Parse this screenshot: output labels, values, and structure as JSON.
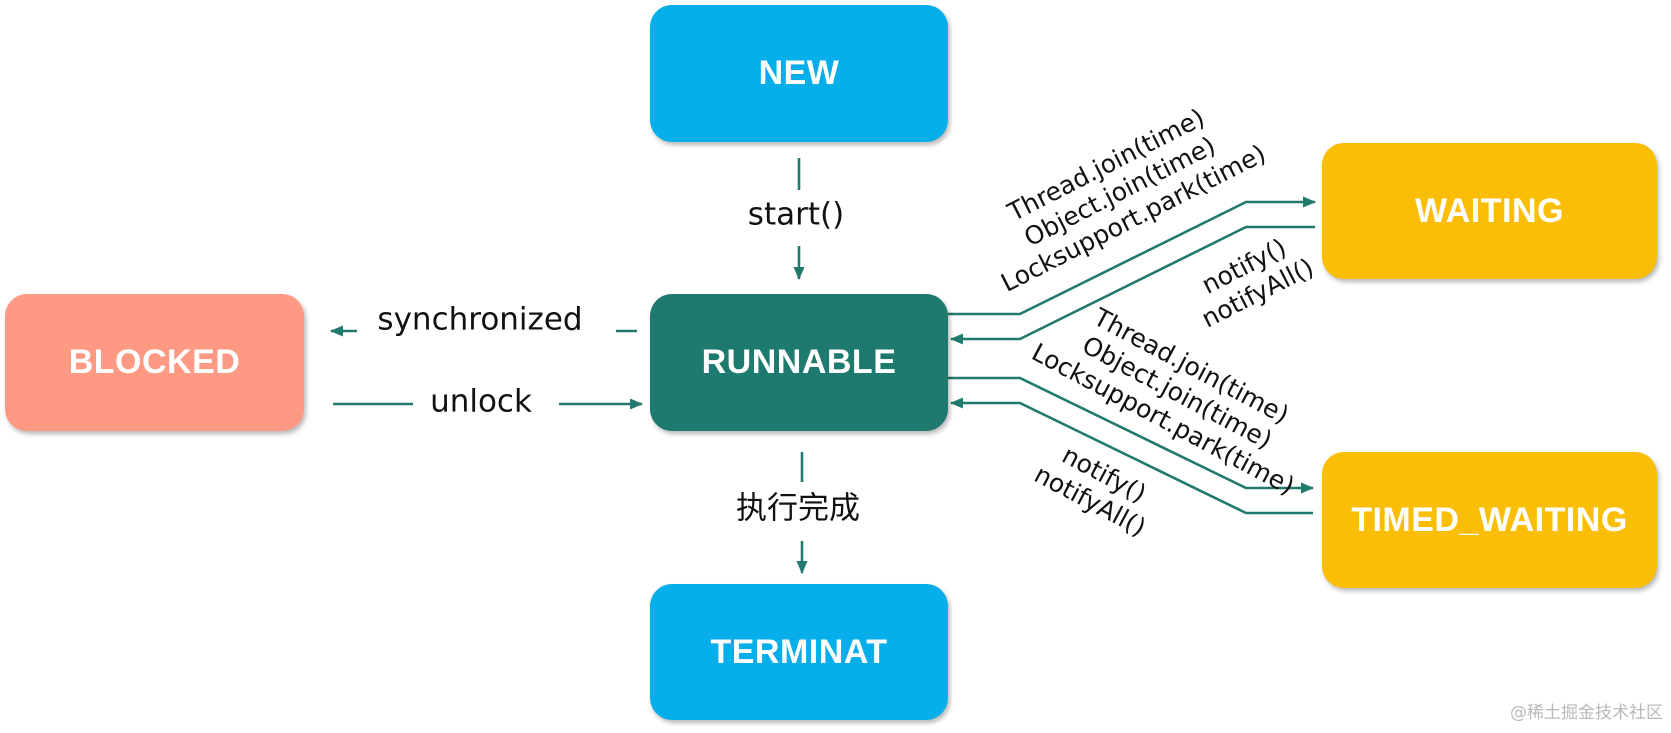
{
  "states": {
    "new": "NEW",
    "runnable": "RUNNABLE",
    "blocked": "BLOCKED",
    "waiting": "WAITING",
    "timed_waiting": "TIMED_WAITING",
    "terminated": "TERMINAT"
  },
  "transitions": {
    "new_to_runnable": "start()",
    "runnable_to_blocked": "synchronized",
    "blocked_to_runnable": "unlock",
    "runnable_to_terminated": "执行完成",
    "to_waiting": [
      "Thread.join(time)",
      "Object.join(time)",
      "Locksupport.park(time)"
    ],
    "from_waiting": [
      "notify()",
      "notifyAll()"
    ],
    "to_timed_waiting": [
      "Thread.join(time)",
      "Object.join(time)",
      "Locksupport.park(time)"
    ],
    "from_timed_waiting": [
      "notify()",
      "notifyAll()"
    ]
  },
  "watermark": "@稀土掘金技术社区",
  "colors": {
    "new": "#06AEEA",
    "runnable": "#1E7A6E",
    "blocked": "#FE9983",
    "waiting": "#FBBE07",
    "timed_waiting": "#FBBE07",
    "terminated": "#06AEEA",
    "state_text": "#FFFFFF",
    "arrow": "#22796D",
    "watermark": "#B9B9B9"
  }
}
